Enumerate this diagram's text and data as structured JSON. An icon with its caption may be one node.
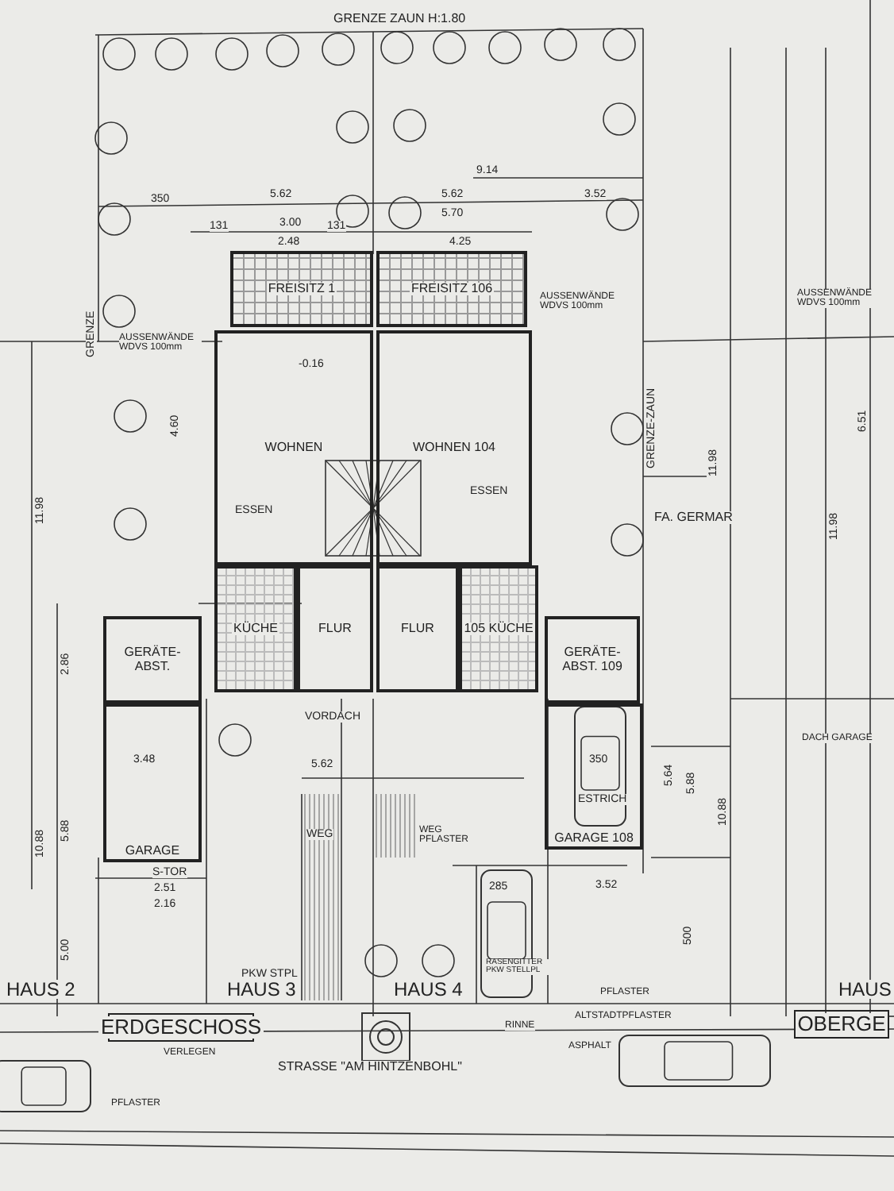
{
  "diagram": {
    "nodes": [
      {
        "text": [
          "FREISITZ 1"
        ]
      },
      {
        "text": [
          "FREISITZ 106"
        ]
      },
      {
        "text": [
          "WOHNEN"
        ]
      },
      {
        "text": [
          "WOHNEN 104"
        ]
      },
      {
        "text": [
          "KÜCHE"
        ]
      },
      {
        "text": [
          "FLUR"
        ]
      },
      {
        "text": [
          "FLUR"
        ]
      },
      {
        "text": [
          "105 KÜCHE"
        ]
      },
      {
        "text": [
          "GERÄTE-ABST."
        ]
      },
      {
        "text": [
          "GERÄTE-ABST. 109"
        ]
      },
      {
        "text": [
          "GARAGE"
        ]
      },
      {
        "text": [
          "GARAGE 108"
        ]
      },
      {
        "text": [
          "ERDGESCHOSS"
        ]
      },
      {
        "text": [
          "OBERGE"
        ]
      }
    ],
    "labels": [
      "GRENZE ZAUN H:1.80",
      "350",
      "5.62",
      "5.62",
      "9.14",
      "3.52",
      "131",
      "3.00",
      "131",
      "2.48",
      "5.70",
      "4.25",
      "AUSSENWÄNDE WDVS 100mm",
      "AUSSENWÄNDE WDVS 100mm",
      "AUSSENWÄNDE WDVS 100mm",
      "GRENZE",
      "-0.16",
      "4.60",
      "ESSEN",
      "ESSEN",
      "11.98",
      "GRENZE-ZAUN",
      "FA. GERMAR",
      "11.98",
      "11.98",
      "6.51",
      "2.86",
      "VORDACH",
      "5.62",
      "3.48",
      "10.88",
      "5.88",
      "S-TOR",
      "2.51",
      "2.16",
      "WEG",
      "WEG PFLASTER",
      "350",
      "ESTRICH",
      "DACH GARAGE",
      "5.64",
      "5.88",
      "10.88",
      "285",
      "3.52",
      "5.00",
      "500",
      "PKW STPL",
      "HAUS 2",
      "HAUS 3",
      "HAUS 4",
      "RASENGITTER PKW STELLPL",
      "PFLASTER",
      "ALTSTADTPFLASTER",
      "HAUS",
      "RINNE",
      "ASPHALT",
      "VERLEGEN",
      "STRASSE \"AM HINTZENBOHL\"",
      "PFLASTER"
    ]
  }
}
